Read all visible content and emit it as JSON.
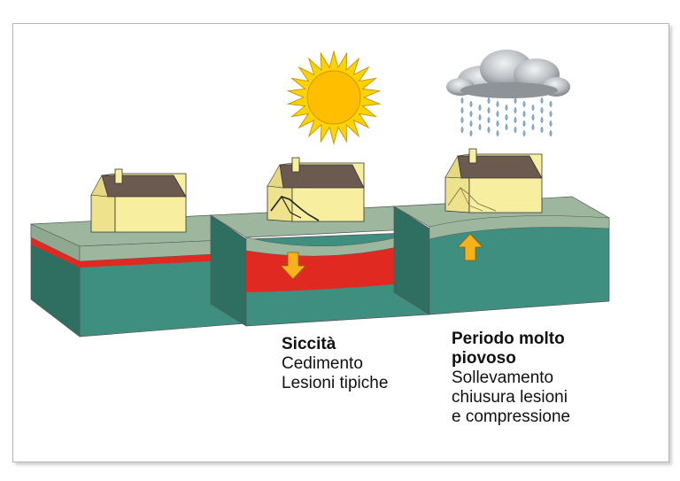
{
  "captions": {
    "drought": {
      "title": "Siccità",
      "line1": "Cedimento",
      "line2": "Lesioni tipiche"
    },
    "rain": {
      "title1": "Periodo molto",
      "title2": "piovoso",
      "line1": "Sollevamento",
      "line2": "chiusura lesioni",
      "line3": "e compressione"
    }
  },
  "colors": {
    "soil": "#3f8f80",
    "soil_dark": "#2f6f62",
    "surface": "#9db79e",
    "clay_layer": "#e02a21",
    "house_wall": "#f7ef9f",
    "roof": "#6b5a4f",
    "arrow": "#f5b21a",
    "sun": "#ffd200",
    "cloud": "#b9bdc2",
    "rain": "#8ab0d6"
  },
  "icons": [
    "sun-icon",
    "rain-cloud-icon",
    "down-arrow-icon",
    "up-arrow-icon"
  ]
}
